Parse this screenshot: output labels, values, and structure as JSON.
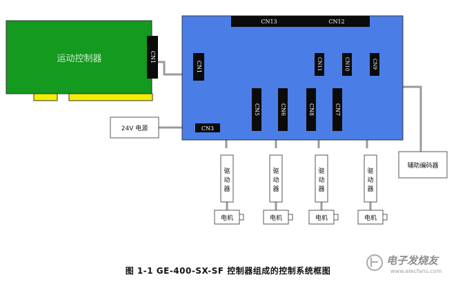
{
  "diagram": {
    "controller_label": "运动控制器",
    "power_label": "24V 电源",
    "encoder_label": "辅助编码器",
    "driver_label": "驱\n动\n器",
    "motor_label": "电机",
    "connectors": {
      "cn1_card": "CN1",
      "cn1_board": "CN1",
      "cn3": "CN3",
      "cn5": "CN5",
      "cn6": "CN6",
      "cn7": "CN7",
      "cn8": "CN8",
      "cn9": "CN9",
      "cn10": "CN10",
      "cn11": "CN11",
      "cn12": "CN12",
      "cn13": "CN13"
    }
  },
  "caption": "图 1-1 GE-400-SX-SF 控制器组成的控制系统框图",
  "watermark": {
    "text": "电子发烧友",
    "url": "www.elecfans.com"
  },
  "colors": {
    "card_green": "#139a1f",
    "board_blue": "#4a7ee6",
    "connector_black": "#0b0b0b",
    "gold_finger": "#f4ee00",
    "wire_gray": "#9a9a9a"
  }
}
